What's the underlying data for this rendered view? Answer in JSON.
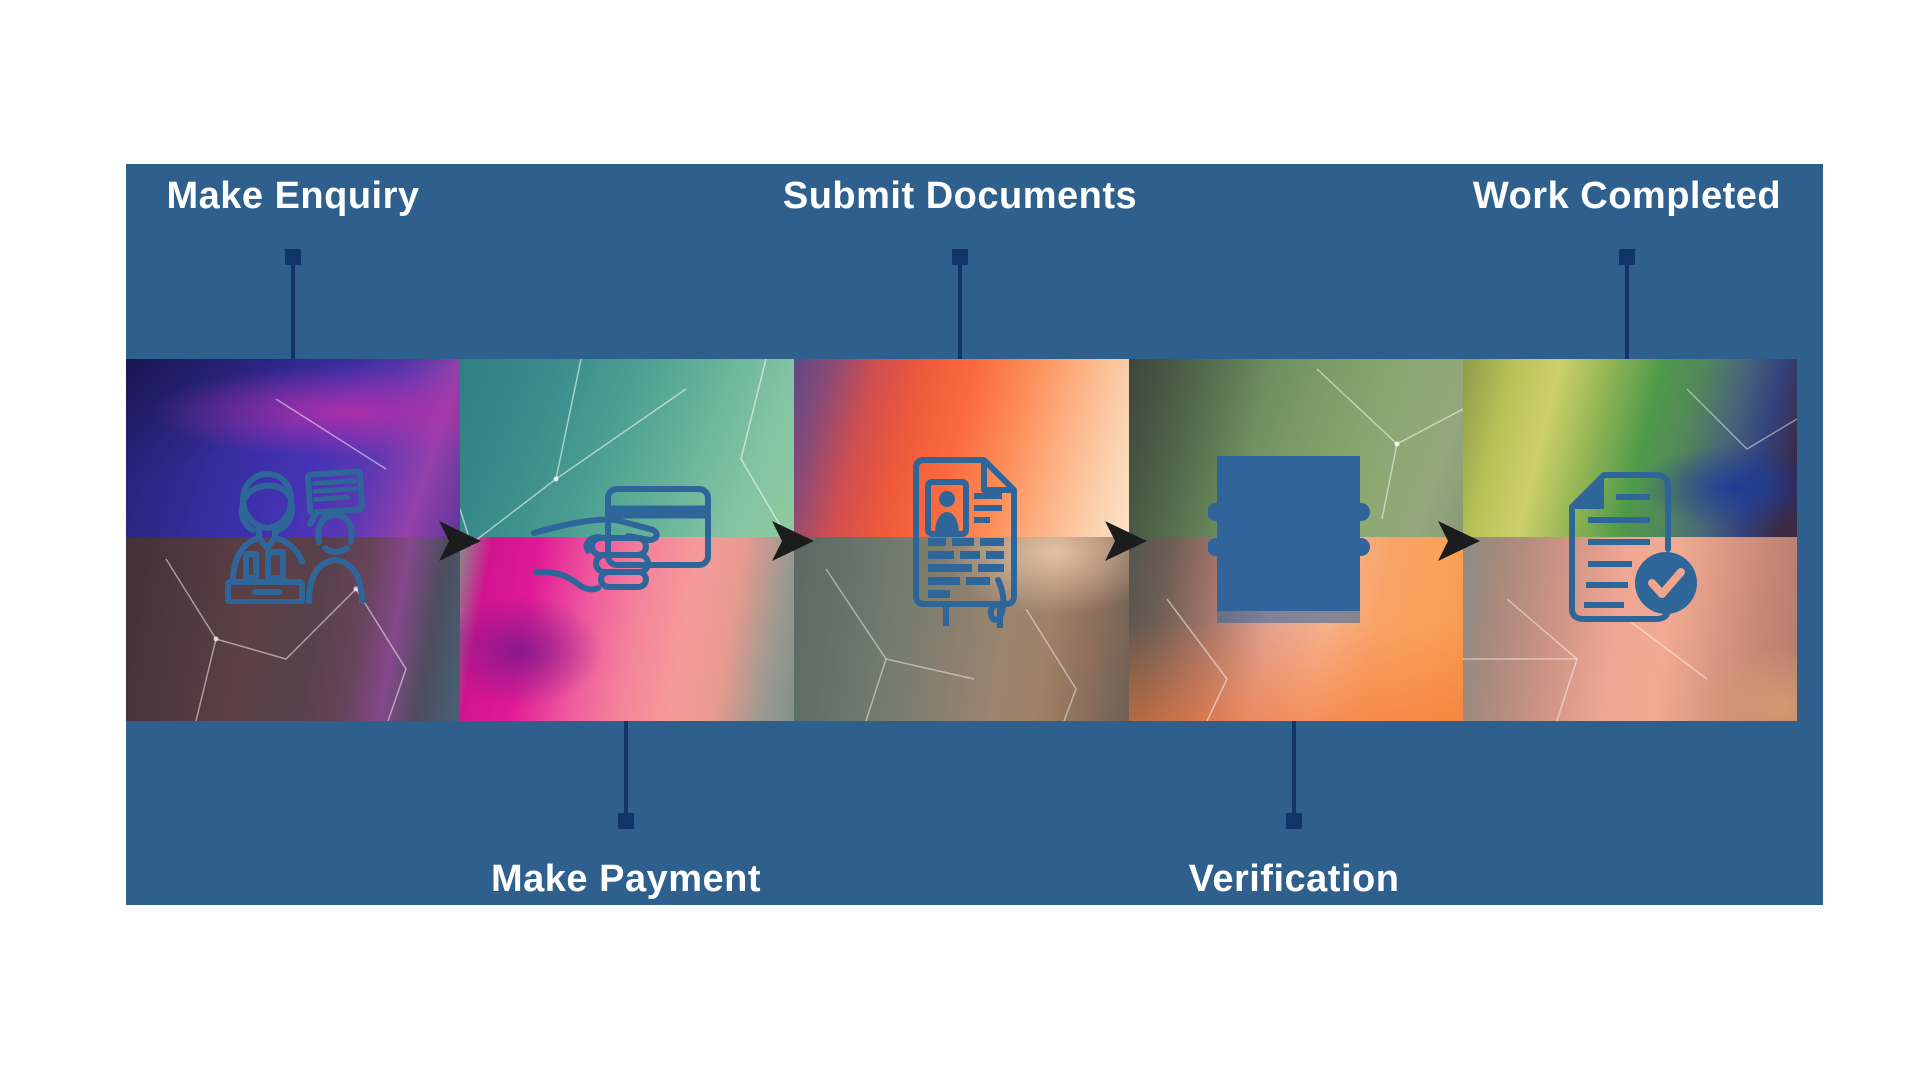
{
  "diagram": {
    "type": "process-flow-infographic",
    "colors": {
      "banner_color": "#2e5f8d",
      "connector_color": "#11356b",
      "icon_color": "#2e6699",
      "arrow_color": "#1d1c1c",
      "label_color": "#ffffff",
      "verification_block_color": "#30649a"
    },
    "steps": [
      {
        "order": 1,
        "label": "Make Enquiry",
        "label_position": "top",
        "icon": "support-agent-icon",
        "photo_theme": "purple-blue-smoke"
      },
      {
        "order": 2,
        "label": "Make Payment",
        "label_position": "bottom",
        "icon": "hand-credit-card-icon",
        "photo_theme": "teal-pink-smoke"
      },
      {
        "order": 3,
        "label": "Submit Documents",
        "label_position": "top",
        "icon": "id-document-icon",
        "photo_theme": "orange-red-smoke"
      },
      {
        "order": 4,
        "label": "Verification",
        "label_position": "bottom",
        "icon": "verification-square-icon",
        "photo_theme": "green-orange-smoke"
      },
      {
        "order": 5,
        "label": "Work Completed",
        "label_position": "top",
        "icon": "document-check-icon",
        "photo_theme": "multicolor-smoke"
      }
    ],
    "arrow_count": 4
  }
}
